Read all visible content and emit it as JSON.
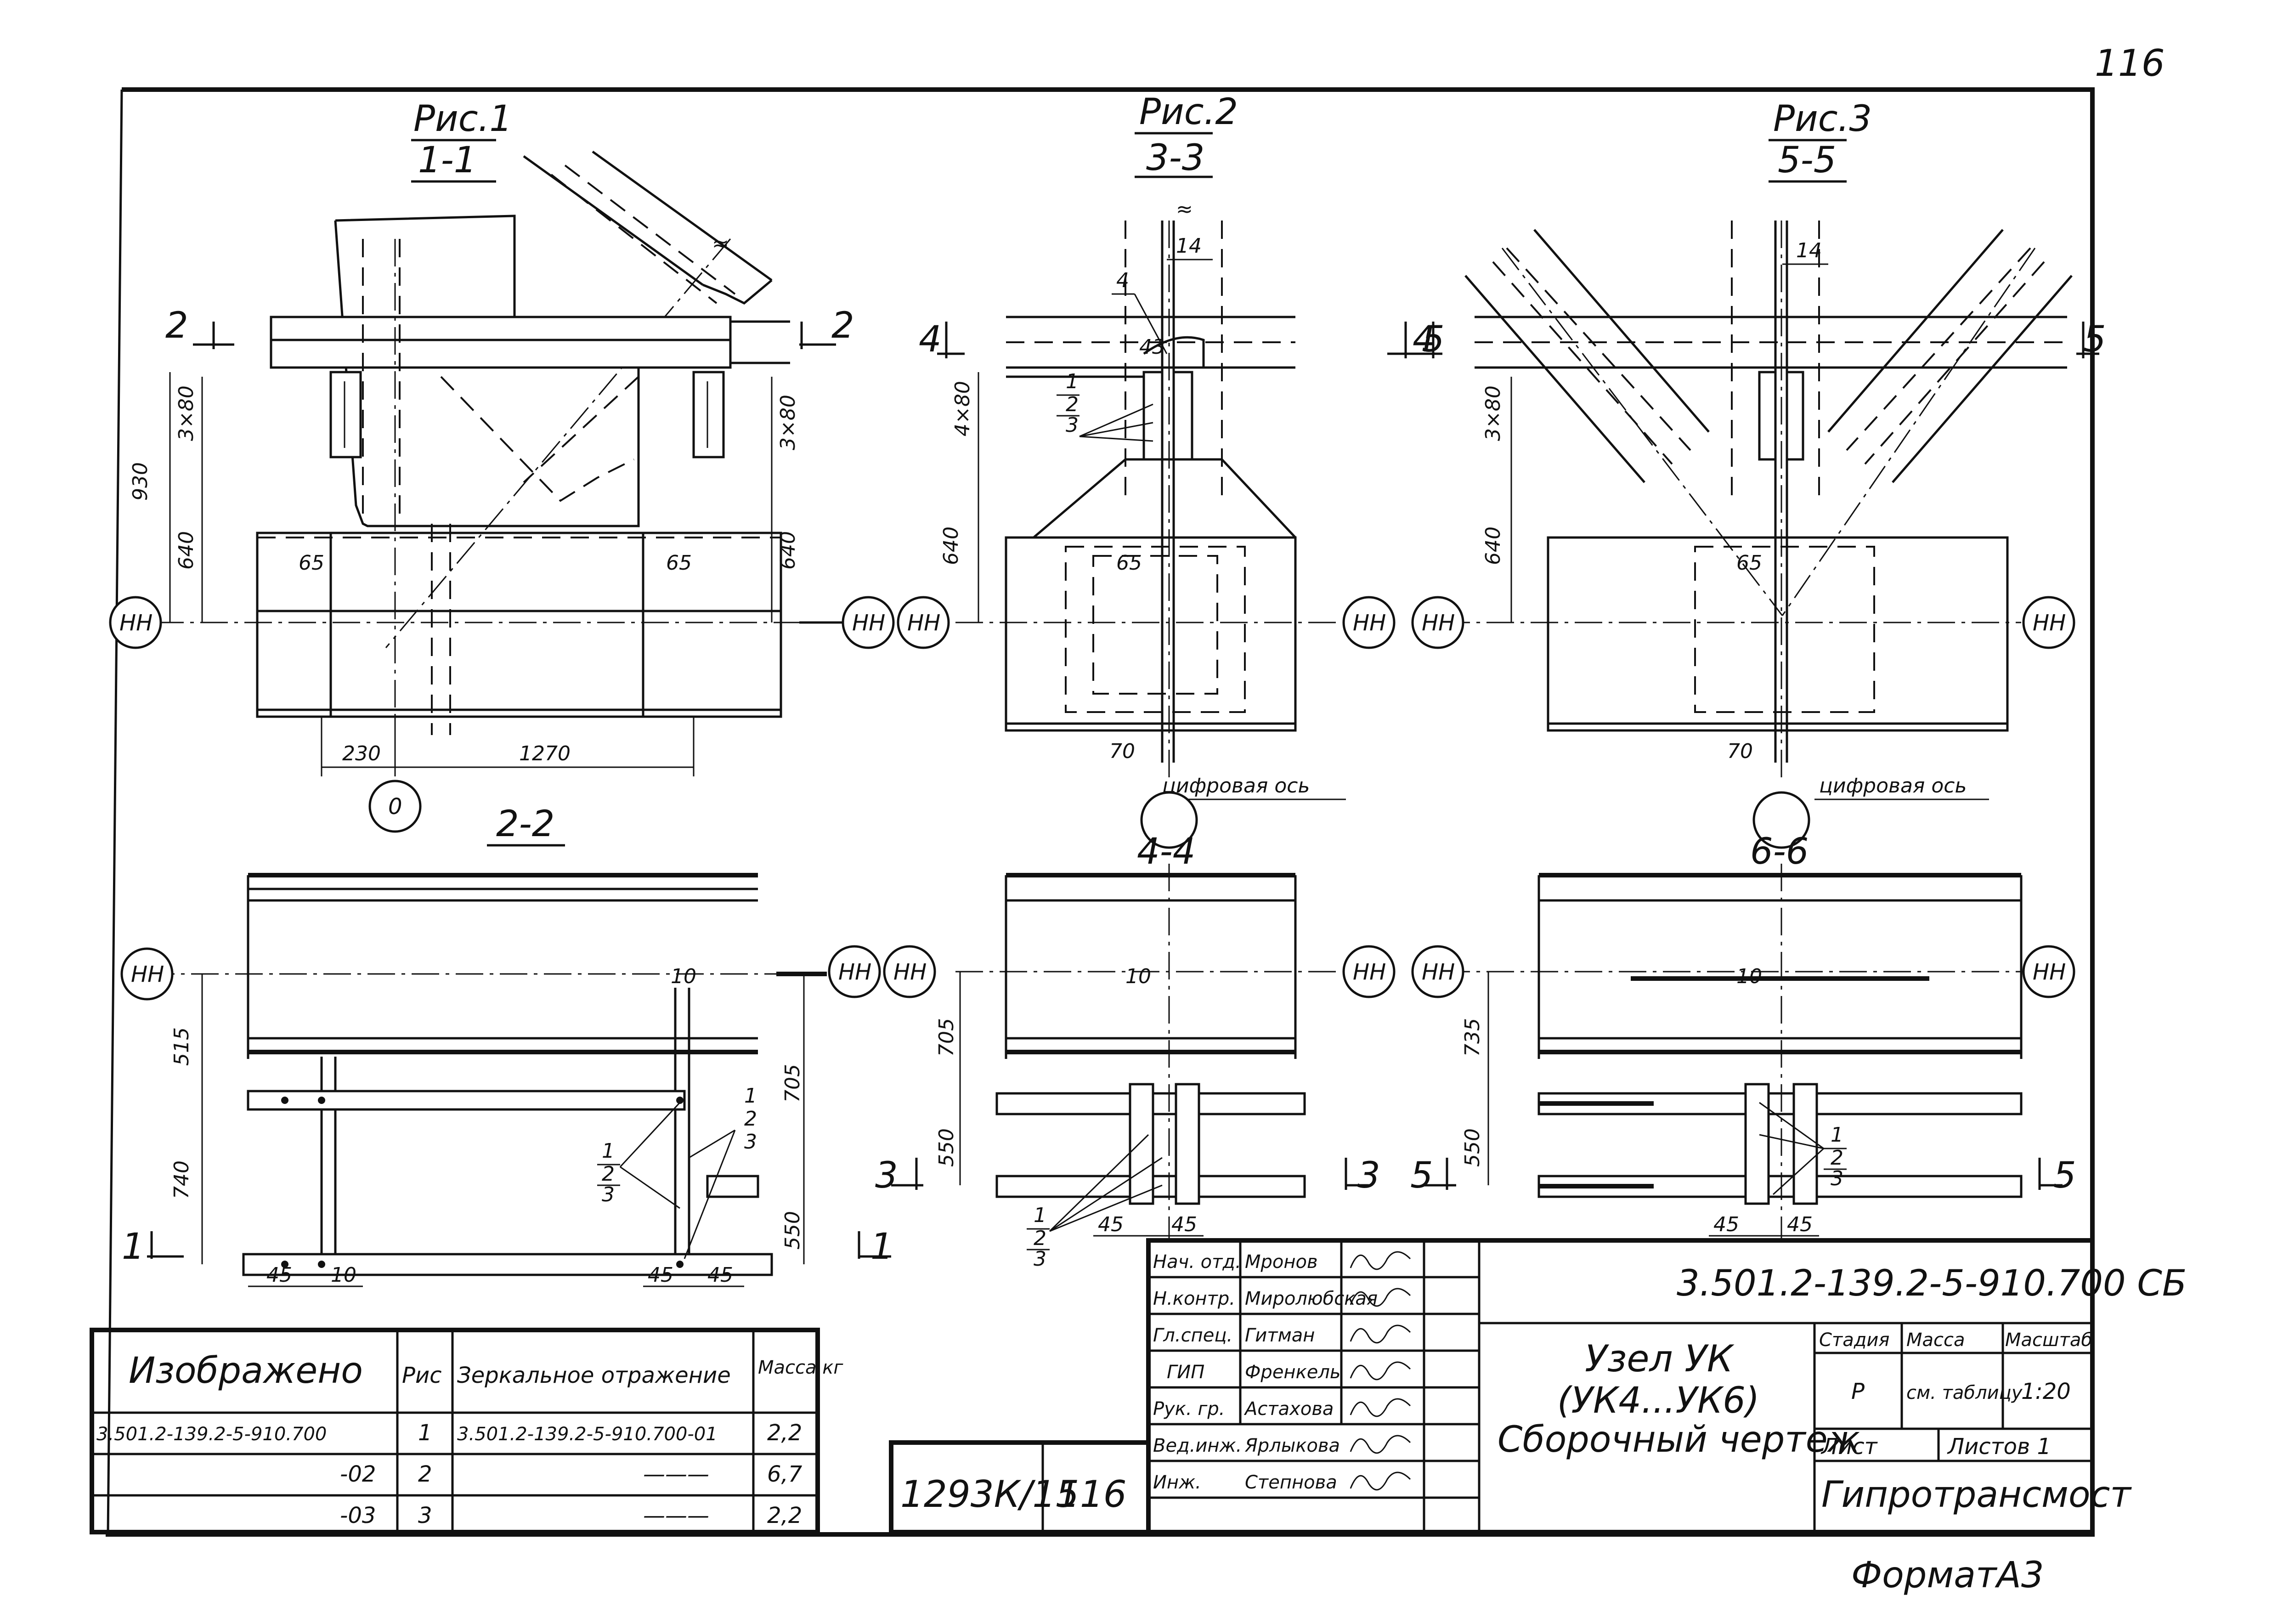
{
  "page_number": "116",
  "sheet_format": "ФорматА3",
  "figures": [
    {
      "label": "Рис.1",
      "section": "1-1"
    },
    {
      "label": "Рис.2",
      "section": "3-3"
    },
    {
      "label": "Рис.3",
      "section": "5-5"
    }
  ],
  "lower_sections": [
    "2-2",
    "4-4",
    "6-6"
  ],
  "section_marks": [
    "2",
    "2",
    "4",
    "4",
    "5",
    "5",
    "1",
    "1",
    "3",
    "3",
    "5",
    "5"
  ],
  "axes": {
    "nn": "НН",
    "zero": "0"
  },
  "axis_caption": "цифровая ось",
  "parts": [
    "1",
    "2",
    "3",
    "4"
  ],
  "dimensions": {
    "fig1": {
      "d1": "930",
      "d2": "3×80",
      "d3": "640",
      "d4": "3×80",
      "d5": "640",
      "d6": "65",
      "d7": "65",
      "d8": "230",
      "d9": "1270"
    },
    "fig2": {
      "d1": "14",
      "d2": "43",
      "d3": "4×80",
      "d4": "640",
      "d5": "65",
      "d6": "70"
    },
    "fig3": {
      "d1": "14",
      "d2": "3×80",
      "d3": "640",
      "d4": "65",
      "d5": "70"
    },
    "sec22": {
      "d1": "515",
      "d2": "740",
      "d3": "10",
      "d4": "705",
      "d5": "550",
      "d6": "45",
      "d7": "10",
      "d8": "45",
      "d9": "45"
    },
    "sec44": {
      "d1": "10",
      "d2": "705",
      "d3": "550",
      "d4": "45",
      "d5": "45"
    },
    "sec66": {
      "d1": "10",
      "d2": "735",
      "d3": "550",
      "d4": "45",
      "d5": "45"
    }
  },
  "spec_table": {
    "headers": [
      "Изображено",
      "Рис",
      "Зеркальное отражение",
      "Масса кг"
    ],
    "rows": [
      [
        "3.501.2-139.2-5-910.700",
        "1",
        "3.501.2-139.2-5-910.700-01",
        "2,2"
      ],
      [
        "-02",
        "2",
        "———",
        "6,7"
      ],
      [
        "-03",
        "3",
        "———",
        "2,2"
      ]
    ]
  },
  "archive_no": "1293К/15",
  "archive_sheet": "116",
  "title_block": {
    "signatures": [
      {
        "role": "Нач. отд.",
        "name": "Мронов"
      },
      {
        "role": "Н.контр.",
        "name": "Миролюбская"
      },
      {
        "role": "Гл.спец.",
        "name": "Гитман"
      },
      {
        "role": "ГИП",
        "name": "Френкель"
      },
      {
        "role": "Рук. гр.",
        "name": "Астахова"
      },
      {
        "role": "Вед.инж.",
        "name": "Ярлыкова"
      },
      {
        "role": "Инж.",
        "name": "Степнова"
      }
    ],
    "code": "3.501.2-139.2-5-910.700 СБ",
    "title_line1": "Узел УК",
    "title_line2": "(УК4...УК6)",
    "title_line3": "Сборочный чертеж",
    "stage_label": "Стадия",
    "mass_label": "Масса",
    "scale_label": "Масштаб",
    "stage": "Р",
    "mass": "см. таблицу",
    "scale": "1:20",
    "sheet_label": "Лист",
    "sheets_label": "Листов 1",
    "organization": "Гипротрансмост"
  }
}
